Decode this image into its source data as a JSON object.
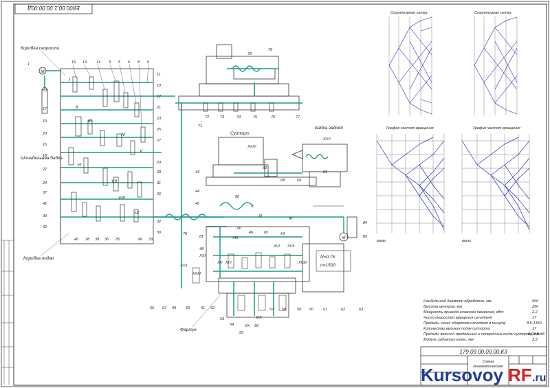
{
  "drawing_code_rotated": "ЕК00.00.1.00.00.00Д",
  "title_block": {
    "code": "179.09.00.00.00.К3",
    "name_line1": "Схема",
    "name_line2": "кинематическая"
  },
  "labels": {
    "speed_box": "Коробка скорости",
    "feed_box": "Коробка подач",
    "spindle": "Шпиндельная бабка",
    "carriage": "Суппорт",
    "tailstock": "Бабка задняя",
    "apron": "Фартук",
    "motor_power": "N=0,75",
    "motor_rpm": "n=1500",
    "motor_symbol": "M"
  },
  "charts": {
    "structural_grid_1": "Структурная сетка",
    "structural_grid_2": "Структурная сетка",
    "rpm_chart_1": "График частот вращения",
    "rpm_chart_2": "График частот вращения",
    "shafts_axis": "валы"
  },
  "specs": [
    {
      "name": "Наибольший диаметр обработки, мм",
      "value": "500"
    },
    {
      "name": "Высота центров, мм",
      "value": "250"
    },
    {
      "name": "Мощность привода главного движения, кВт",
      "value": "2,2"
    },
    {
      "name": "Число скоростей вращения шпинделя",
      "value": "17"
    },
    {
      "name": "Пределы чисел оборотов шпинделя в минуту",
      "value": "8,5-1350"
    },
    {
      "name": "Количество величин подач суппорта",
      "value": "17"
    },
    {
      "name": "Пределы величин продольных и поперечных подач суппорта, мм/об",
      "value": "0,02-8"
    },
    {
      "name": "Модуль зубчатых колес, мм",
      "value": "3,5"
    }
  ],
  "shaft_numerals": [
    "I",
    "II",
    "III",
    "IV",
    "V",
    "VI",
    "VII",
    "VIII",
    "IX",
    "X",
    "XI",
    "XII",
    "XIII",
    "XIV",
    "XV",
    "XVI",
    "XVII",
    "XVIII",
    "XIX",
    "XX",
    "XXI",
    "XXII",
    "XXIII",
    "XXIV",
    "XXV"
  ],
  "gear_numbers_top": [
    "15",
    "13",
    "14",
    "3",
    "5",
    "6",
    "8",
    "9"
  ],
  "gear_numbers_bottom": [
    "40",
    "38",
    "39",
    "36",
    "35",
    "34",
    "33"
  ],
  "apron_gear_numbers": [
    "66",
    "67",
    "49",
    "50",
    "51",
    "52",
    "53",
    "54",
    "55",
    "56",
    "57",
    "58",
    "59",
    "60",
    "61",
    "62",
    "63"
  ],
  "carriage_gear_numbers": [
    "72",
    "73",
    "74",
    "75",
    "76",
    "77"
  ],
  "watermark": {
    "part1": "Kursovoy",
    "part2": "RF",
    "part3": ".ru"
  }
}
